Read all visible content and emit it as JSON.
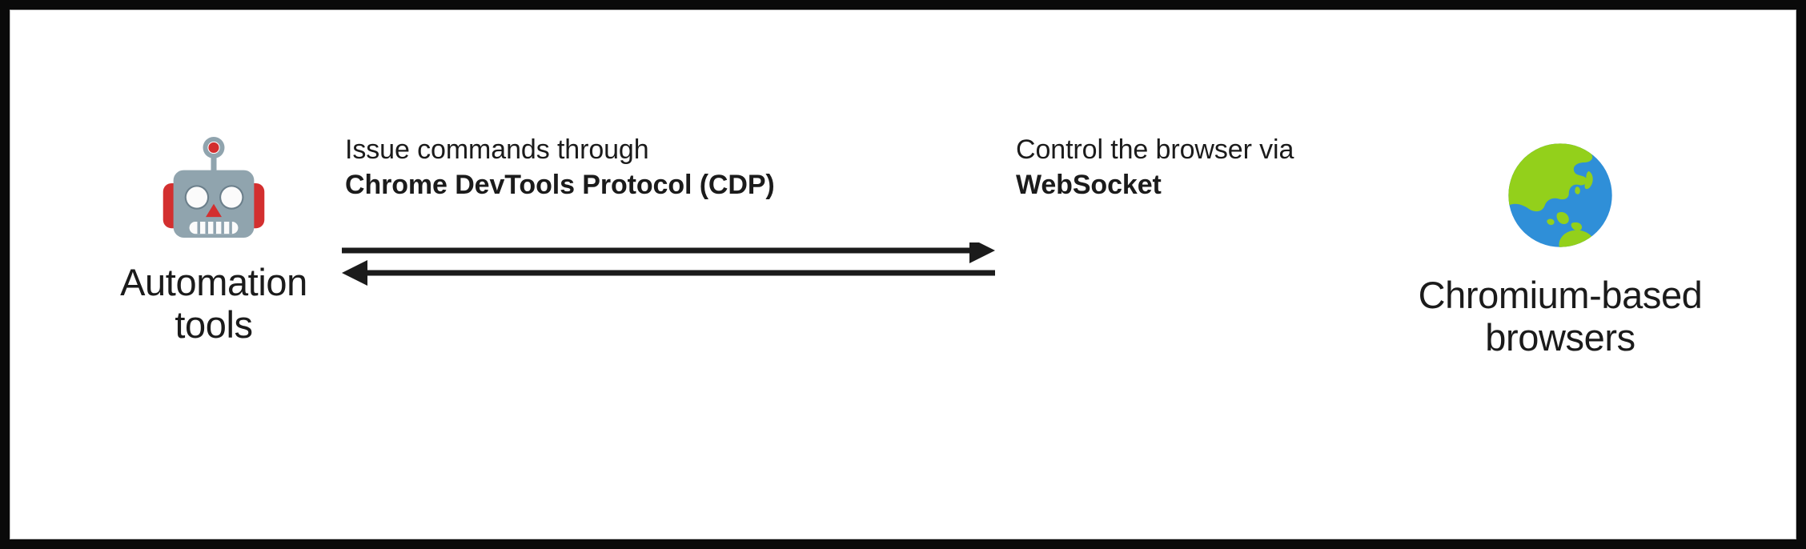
{
  "diagram": {
    "type": "flow-diagram",
    "frame_color": "#0a0a0a",
    "canvas_color": "#ffffff",
    "text_color": "#1b1b1b",
    "nodes": [
      {
        "id": "automation-tools",
        "icon": "robot-icon",
        "icon_emoji": "robot",
        "label": "Automation\ntools",
        "colors": {
          "body": "#90a4ae",
          "accent": "#d32f2f",
          "eye": "#fafafa",
          "outline": "#5d6e78"
        }
      },
      {
        "id": "chromium-browsers",
        "icon": "globe-icon",
        "icon_emoji": "globe-showing-asia-australia",
        "label": "Chromium-based\nbrowsers",
        "colors": {
          "ocean": "#2f8fd8",
          "land": "#93d01b",
          "ocean_dark": "#2a83c9"
        }
      }
    ],
    "annotations": [
      {
        "id": "cdp",
        "line1": "Issue commands through",
        "line2": "Chrome DevTools Protocol (CDP)",
        "direction": "left-to-right"
      },
      {
        "id": "websocket",
        "line1": "Control the browser via",
        "line2": "WebSocket",
        "direction": "right-to-left"
      }
    ],
    "arrows": [
      {
        "id": "arrow-to-browser",
        "direction": "right",
        "from": "automation-tools",
        "to": "chromium-browsers",
        "color": "#1b1b1b"
      },
      {
        "id": "arrow-to-tools",
        "direction": "left",
        "from": "chromium-browsers",
        "to": "automation-tools",
        "color": "#1b1b1b"
      }
    ]
  }
}
